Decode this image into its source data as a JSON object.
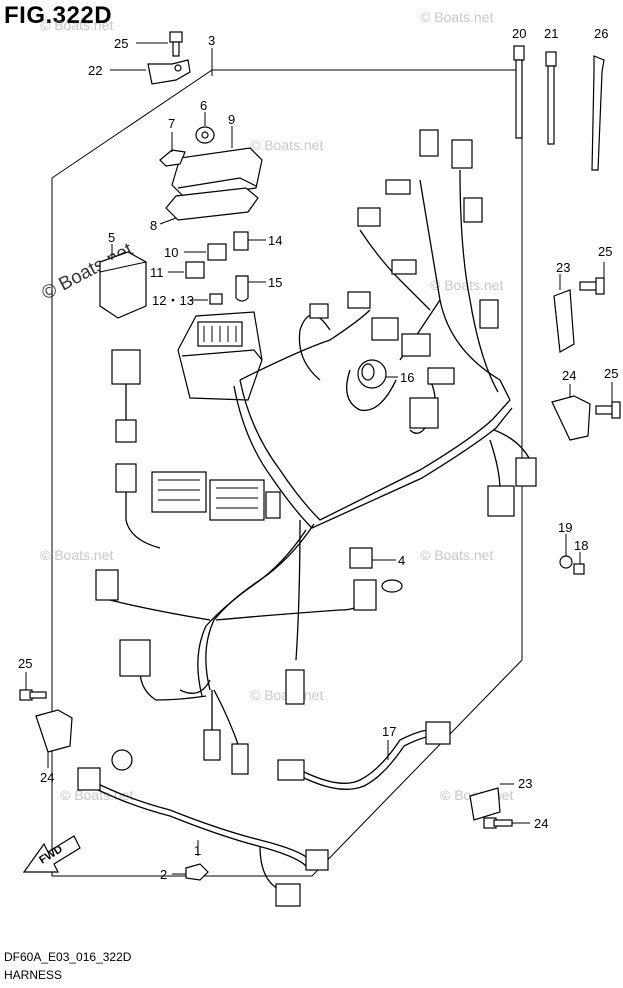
{
  "figure": {
    "title": "FIG.322D",
    "code": "DF60A_E03_016_322D",
    "caption": "HARNESS",
    "direction_arrow": "FWD"
  },
  "watermarks": [
    "© Boats.net",
    "© Boats.net",
    "© Boats.net",
    "© Boats.net",
    "© Boats.net",
    "© Boats.net",
    "© Boats.net",
    "© Boats.net",
    "© Boats.net",
    "© Boats.net"
  ],
  "callouts": {
    "c1": "1",
    "c2": "2",
    "c3": "3",
    "c4": "4",
    "c5": "5",
    "c6": "6",
    "c7": "7",
    "c8": "8",
    "c9": "9",
    "c10": "10",
    "c11": "11",
    "c1213": "12・13",
    "c14": "14",
    "c15": "15",
    "c16": "16",
    "c17": "17",
    "c18": "18",
    "c19": "19",
    "c20": "20",
    "c21": "21",
    "c22": "22",
    "c23a": "23",
    "c23b": "23",
    "c24a": "24",
    "c24b": "24",
    "c24c": "24",
    "c25a": "25",
    "c25b": "25",
    "c25c": "25",
    "c25d": "25",
    "c26": "26"
  }
}
